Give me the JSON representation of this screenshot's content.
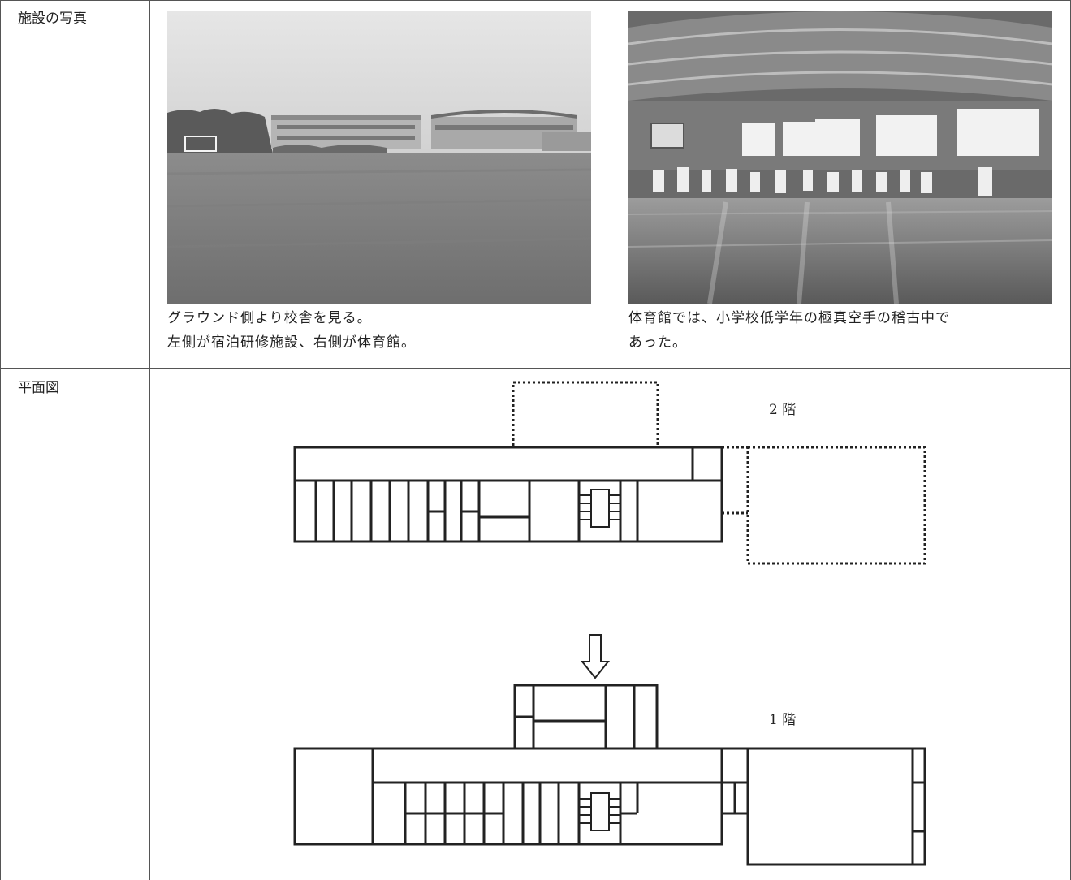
{
  "table": {
    "row1_label": "施設の写真",
    "row2_label": "平面図"
  },
  "photos": {
    "left": {
      "caption_line1": "グラウンド側より校舎を見る。",
      "caption_line2": "左側が宿泊研修施設、右側が体育館。"
    },
    "right": {
      "caption_line1": "体育館では、小学校低学年の極真空手の稽古中で",
      "caption_line2": "あった。"
    }
  },
  "plan": {
    "floor2_label": "2 階",
    "floor1_label": "1 階"
  }
}
